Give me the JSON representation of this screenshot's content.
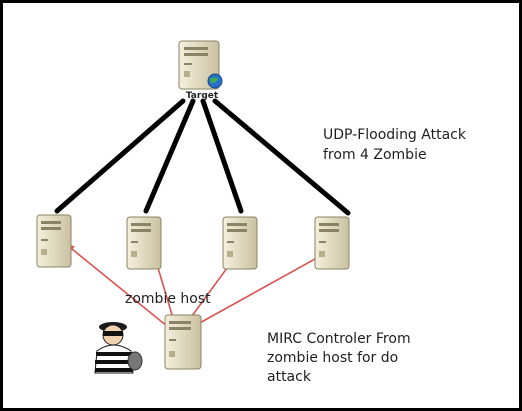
{
  "target": {
    "label": "Target"
  },
  "attack": {
    "title": "UDP-Flooding Attack\nfrom 4 Zombie",
    "zombie_count": 4
  },
  "zombie": {
    "label": "zombie host"
  },
  "controller": {
    "label": "MIRC Controler From\nzombie host for do\nattack"
  },
  "colors": {
    "border": "#000000",
    "attack_line": "#000000",
    "control_arrow": "#d9534f",
    "server_body": "#e8e2c8",
    "server_shade": "#c9c1a0",
    "globe": "#2a6fc9"
  },
  "icons": {
    "target": "server-globe-icon",
    "zombie": "server-icon",
    "controller": "server-icon",
    "attacker": "burglar-icon"
  }
}
